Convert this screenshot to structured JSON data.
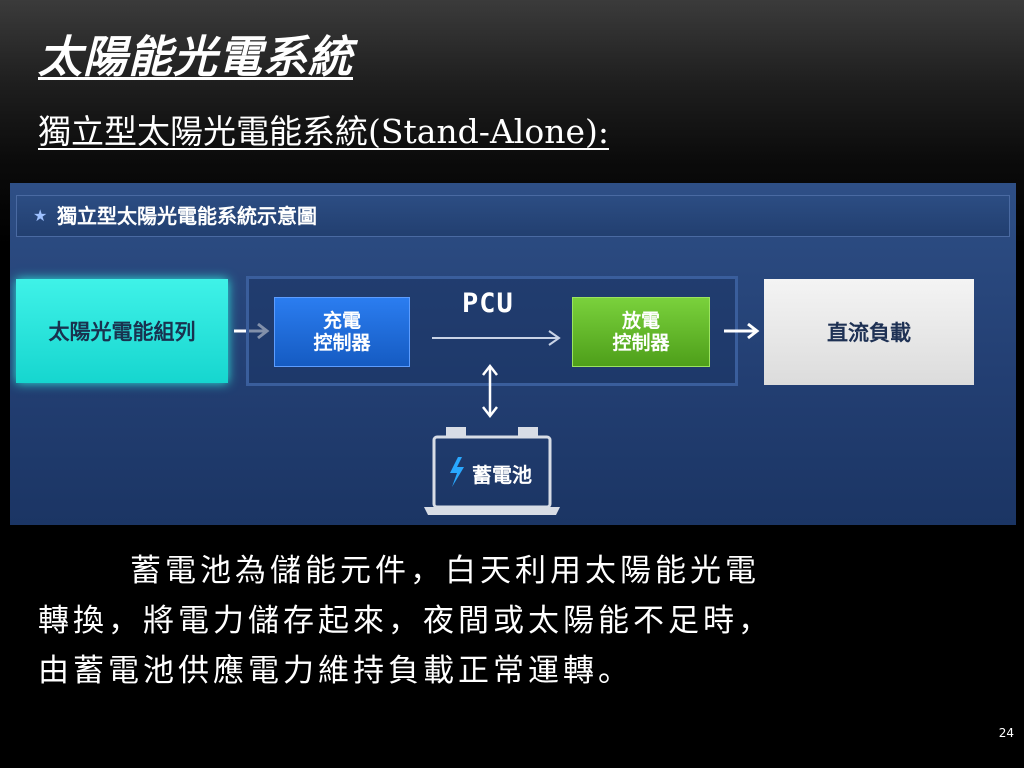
{
  "slide": {
    "title": "太陽能光電系統",
    "subtitle": "獨立型太陽光電能系統(Stand-Alone):",
    "page_number": "24"
  },
  "diagram": {
    "header_icon": "star-icon",
    "title": "獨立型太陽光電能系統示意圖",
    "pcu_label": "PCU",
    "nodes": {
      "solar_array": "太陽光電能組列",
      "charge_controller_line1": "充電",
      "charge_controller_line2": "控制器",
      "discharge_controller_line1": "放電",
      "discharge_controller_line2": "控制器",
      "dc_load": "直流負載",
      "battery": "蓄電池"
    },
    "colors": {
      "panel": "#233f73",
      "solar_array": "#16d6cf",
      "charge_controller": "#1b6be0",
      "discharge_controller": "#5fb52a",
      "dc_load": "#e6e6e6"
    }
  },
  "body": {
    "line1": "蓄電池為儲能元件，白天利用太陽能光電",
    "line2": "轉換，將電力儲存起來，夜間或太陽能不足時，",
    "line3": "由蓄電池供應電力維持負載正常運轉。"
  }
}
